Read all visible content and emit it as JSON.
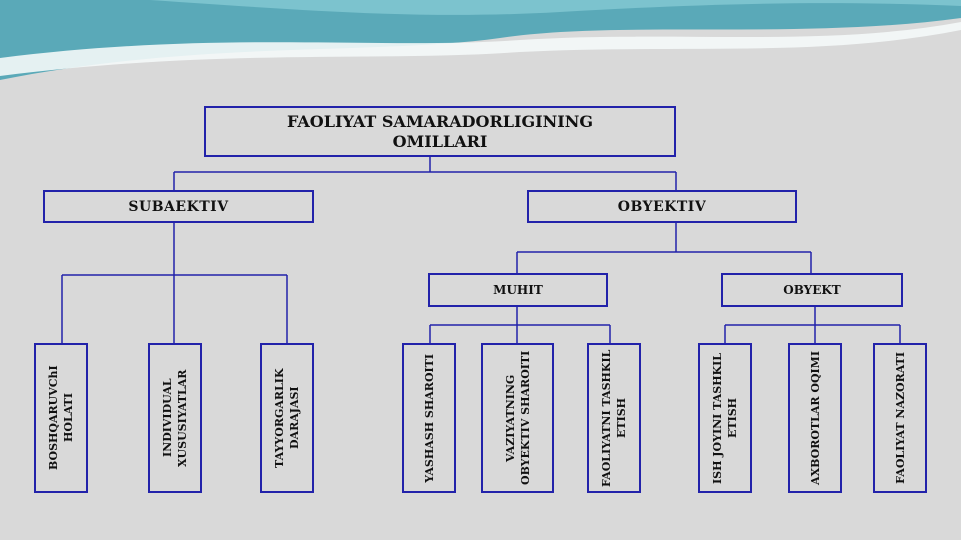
{
  "diagram": {
    "root": {
      "label": "FAOLIYAT SAMARADORLIGINING OMILLARI"
    },
    "subjective": {
      "label": "SUBAEKTIV",
      "children": [
        "BOSHQARUVChI HOLATI",
        "INDIVIDUAL XUSUSIYATLAR",
        "TAYYORGARLIK DARAJASI"
      ]
    },
    "objective": {
      "label": "OBYEKTIV",
      "environment": {
        "label": "MUHIT",
        "children": [
          "YASHASH SHAROITI",
          "VAZIYATNING OBYEKTIV SHAROITI",
          "FAOLIYATNI TASHKIL ETISH"
        ]
      },
      "object": {
        "label": "OBYEKT",
        "children": [
          "ISH JOYINI TASHKIL ETISH",
          "AXBOROTLAR OQIMI",
          "FAOLIYAT NAZORATI"
        ]
      }
    }
  },
  "theme": {
    "border_color": "#2222aa",
    "background": "#d9d9d9",
    "wave_color": "#5bb0bf"
  }
}
